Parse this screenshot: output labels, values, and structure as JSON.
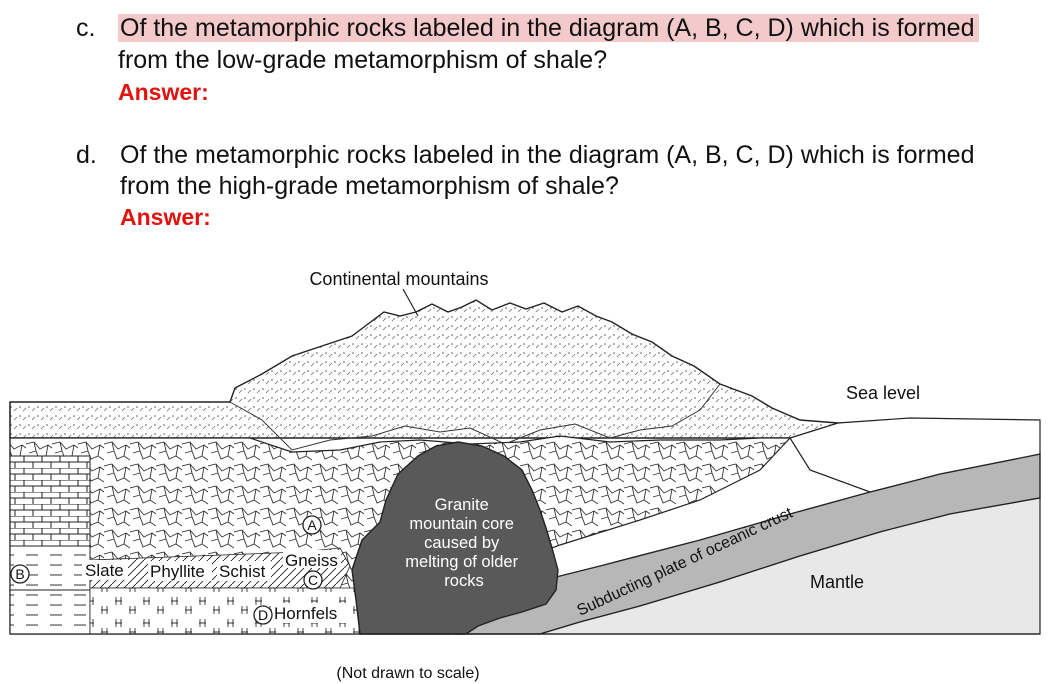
{
  "questions": [
    {
      "letter": "c.",
      "line1": "Of the metamorphic rocks labeled in the diagram (A, B, C, D) which is formed",
      "line2": "from the low-grade metamorphism of shale?",
      "answer_label": "Answer:"
    },
    {
      "letter": "d.",
      "line1": "Of the metamorphic rocks labeled in the diagram (A, B, C, D) which is formed",
      "line2": "from the high-grade metamorphism of shale?",
      "answer_label": "Answer:"
    }
  ],
  "diagram": {
    "title": "Continental mountains",
    "sea_level": "Sea level",
    "granite": [
      "Granite",
      "mountain core",
      "caused by",
      "melting of older",
      "rocks"
    ],
    "subducting": "Subducting plate of oceanic crust",
    "mantle": "Mantle",
    "labels": {
      "slate": "Slate",
      "phyllite": "Phyllite",
      "schist": "Schist",
      "gneiss": "Gneiss",
      "hornfels": "Hornfels"
    },
    "markers": {
      "a": "A",
      "b": "B",
      "c": "C",
      "d": "D"
    },
    "note": "(Not drawn to scale)"
  }
}
